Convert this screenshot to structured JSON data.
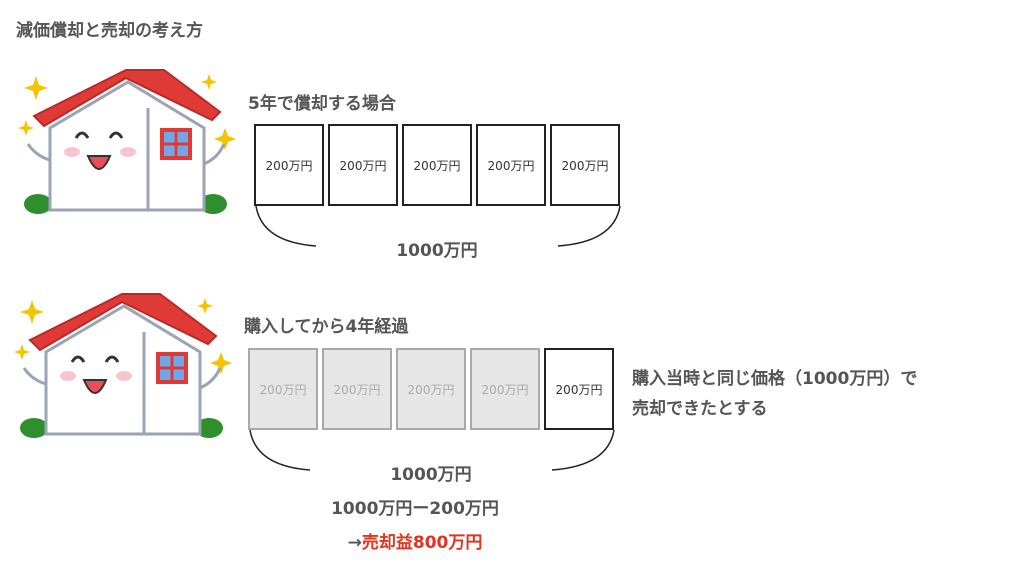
{
  "title": "減価償却と売却の考え方",
  "section1": {
    "heading": "5年で償却する場合",
    "boxes": [
      "200万円",
      "200万円",
      "200万円",
      "200万円",
      "200万円"
    ],
    "total": "1000万円"
  },
  "section2": {
    "heading": "購入してから4年経過",
    "boxes": [
      "200万円",
      "200万円",
      "200万円",
      "200万円",
      "200万円"
    ],
    "total": "1000万円",
    "calc": "1000万円ー200万円",
    "result_arrow": "→",
    "result": "売却益800万円",
    "note_line1": "購入当時と同じ価格（1000万円）で",
    "note_line2": "売却できたとする"
  },
  "colors": {
    "roof": "#e03a36",
    "accent_red": "#e0341f",
    "sparkle": "#f3c400",
    "grass": "#2f8f2f"
  }
}
